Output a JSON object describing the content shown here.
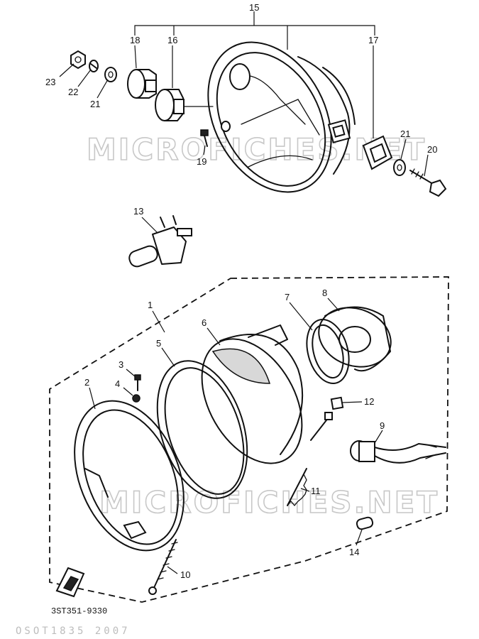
{
  "watermark": {
    "top": "MICROFICHES.NET",
    "middle": "MICROFICHES.NET",
    "bottom": "OSOT1835 2007"
  },
  "diagram_code": "3ST351-9330",
  "parts": [
    {
      "id": "p1",
      "label": "1"
    },
    {
      "id": "p2",
      "label": "2"
    },
    {
      "id": "p3",
      "label": "3"
    },
    {
      "id": "p4",
      "label": "4"
    },
    {
      "id": "p5",
      "label": "5"
    },
    {
      "id": "p6",
      "label": "6"
    },
    {
      "id": "p7",
      "label": "7"
    },
    {
      "id": "p8",
      "label": "8"
    },
    {
      "id": "p9",
      "label": "9"
    },
    {
      "id": "p10",
      "label": "10"
    },
    {
      "id": "p11",
      "label": "11"
    },
    {
      "id": "p12",
      "label": "12"
    },
    {
      "id": "p13",
      "label": "13"
    },
    {
      "id": "p14",
      "label": "14"
    },
    {
      "id": "p15",
      "label": "15"
    },
    {
      "id": "p16",
      "label": "16"
    },
    {
      "id": "p17",
      "label": "17"
    },
    {
      "id": "p18",
      "label": "18"
    },
    {
      "id": "p19",
      "label": "19"
    },
    {
      "id": "p20",
      "label": "20"
    },
    {
      "id": "p21a",
      "label": "21"
    },
    {
      "id": "p21b",
      "label": "21"
    },
    {
      "id": "p22",
      "label": "22"
    },
    {
      "id": "p23",
      "label": "23"
    }
  ]
}
